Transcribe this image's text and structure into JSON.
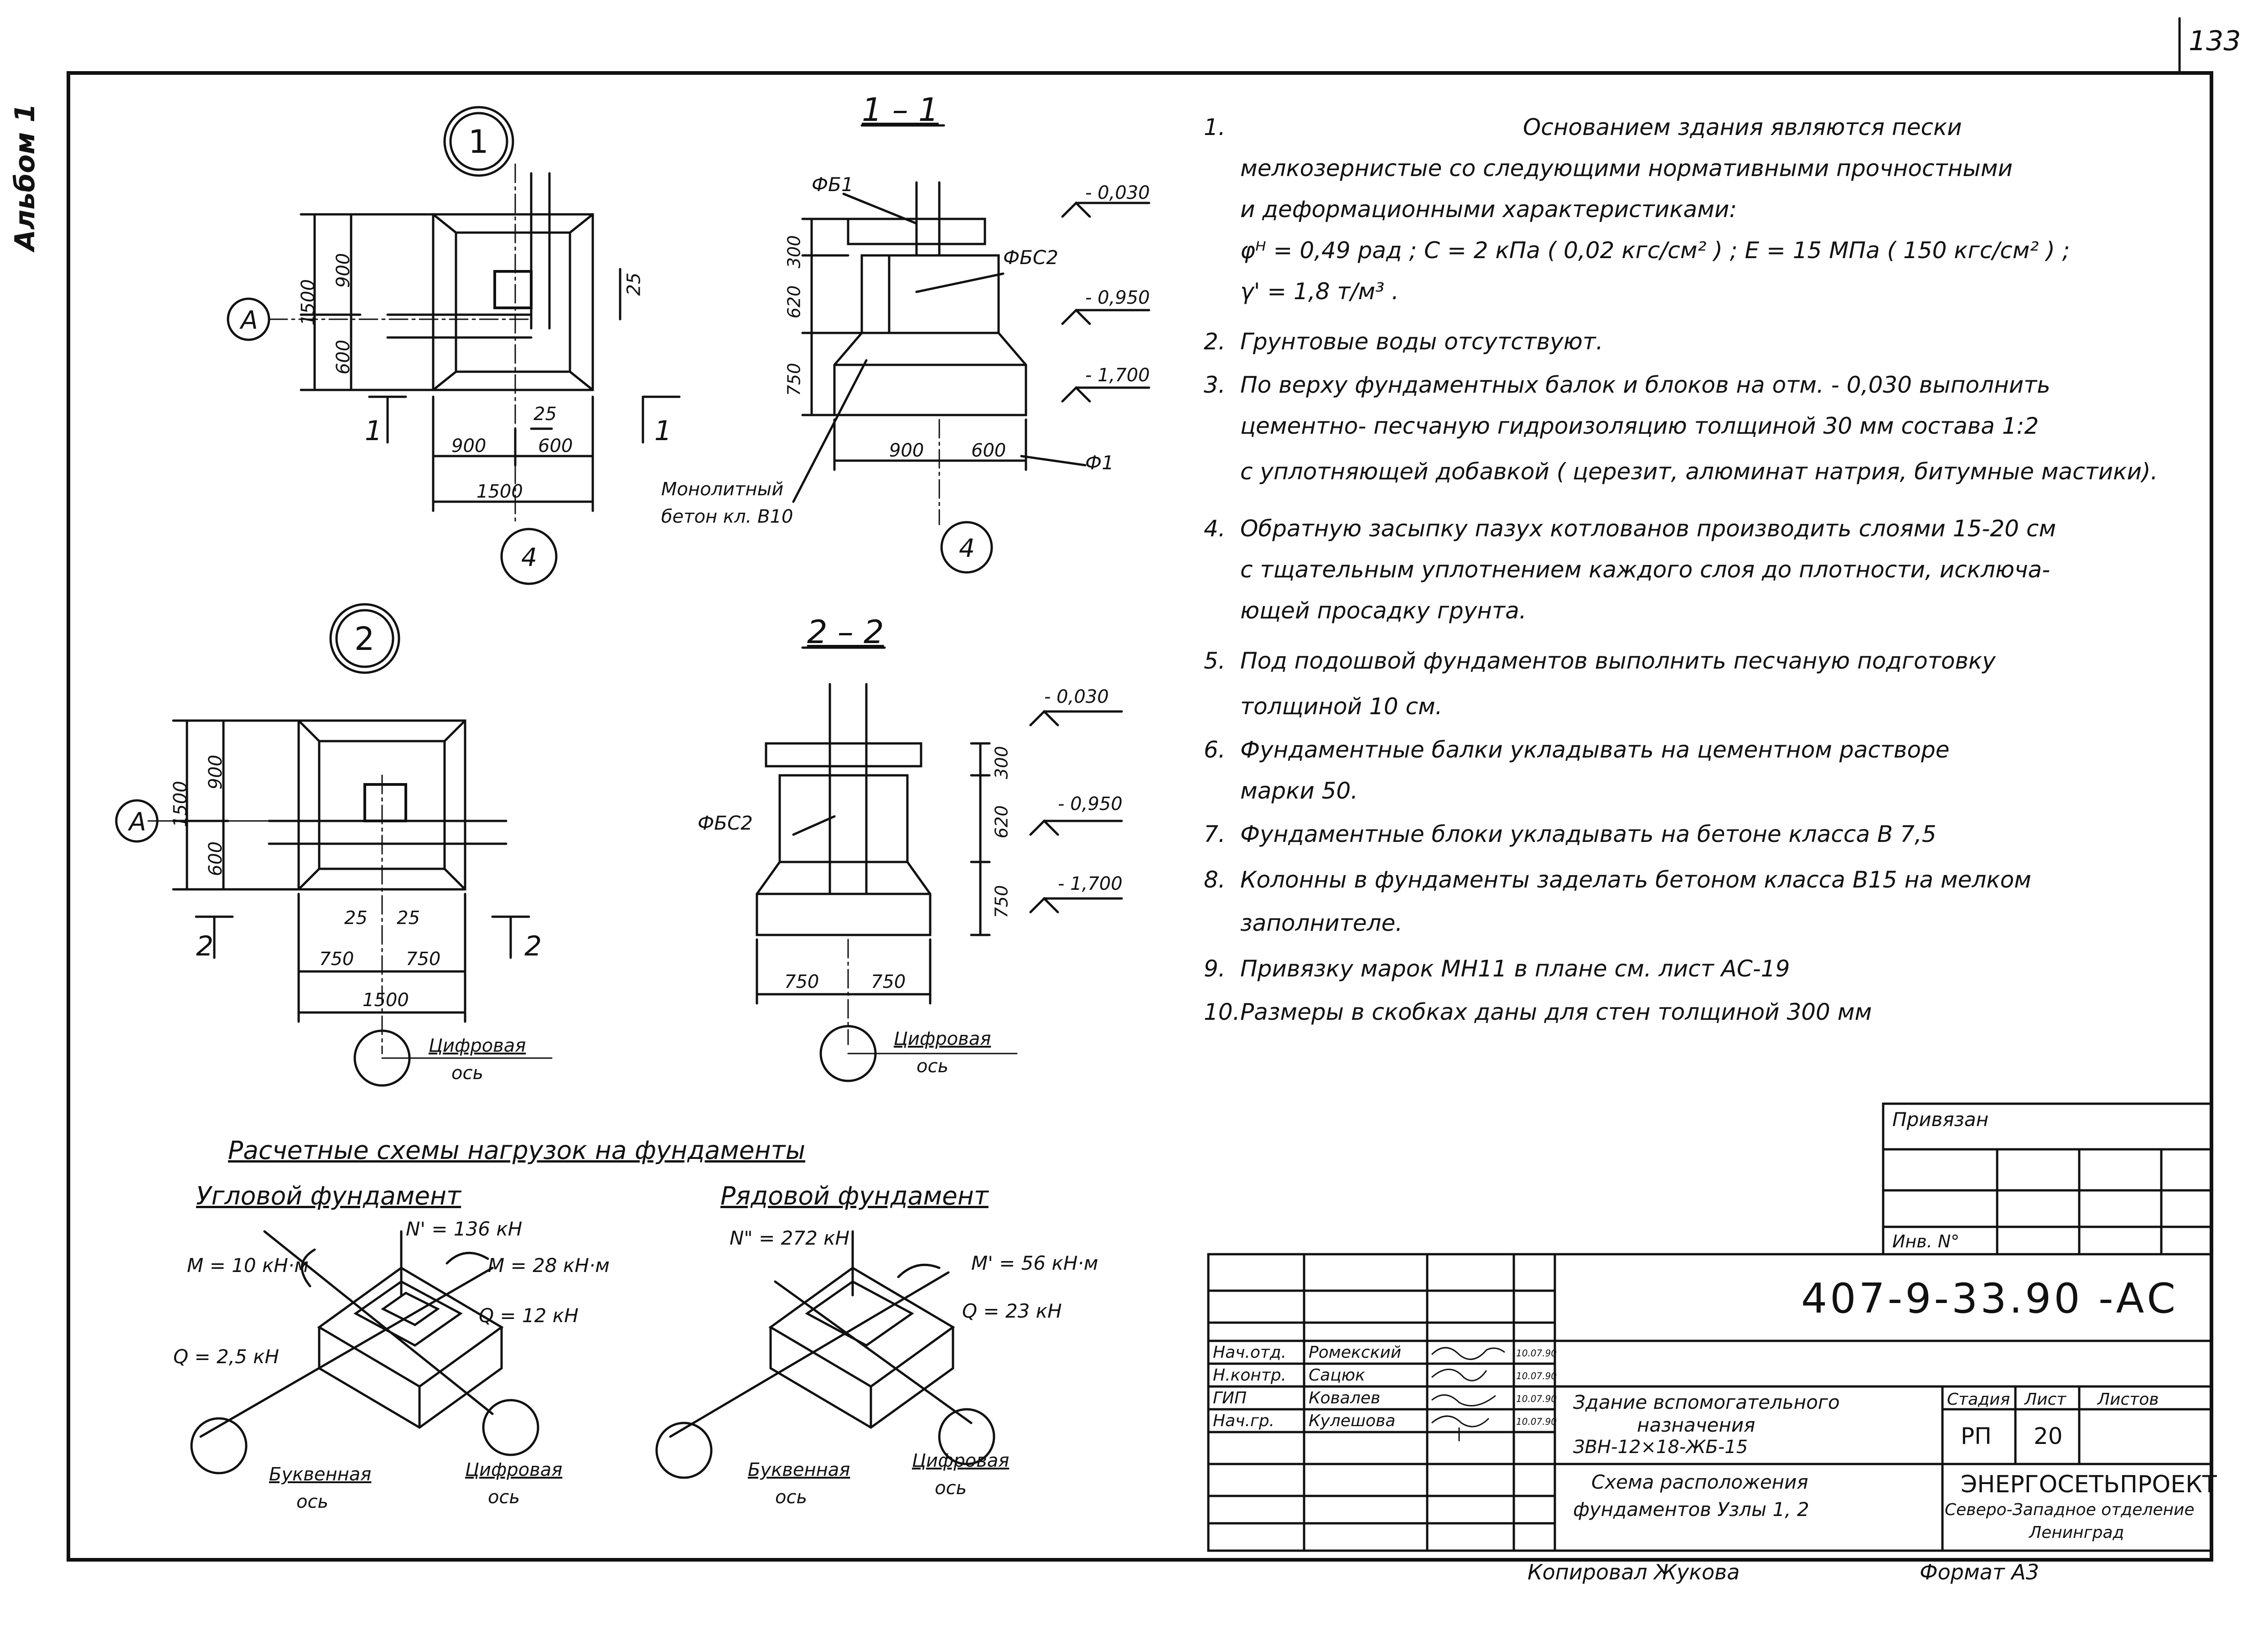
{
  "sheet": {
    "album": "Альбом 1",
    "corner_number": "133",
    "code": "407-9-33.90 -АС",
    "copied_by": "Копировал Жукова",
    "format": "Формат А3"
  },
  "node1": {
    "marker": "1",
    "axis_letter": "А",
    "axis_number": "4",
    "dims": {
      "v1500": "1500",
      "v900": "900",
      "v600": "600",
      "d25a": "25",
      "d25b": "25",
      "h900": "900",
      "h600": "600",
      "h1500": "1500"
    },
    "section_marks": [
      "1",
      "1"
    ]
  },
  "section11": {
    "title": "1 – 1",
    "labels": {
      "fb1": "ФБ1",
      "fbs2": "ФБС2",
      "f1": "Ф1",
      "concrete_line1": "Монолитный",
      "concrete_line2": "бетон кл. В10"
    },
    "levels": [
      "- 0,030",
      "- 0,950",
      "- 1,700"
    ],
    "dims": {
      "v300": "300",
      "v620": "620",
      "v750": "750",
      "h900": "900",
      "h600": "600"
    },
    "axis_number": "4"
  },
  "node2": {
    "marker": "2",
    "axis_letter": "А",
    "dims": {
      "v1500": "1500",
      "v900": "900",
      "v600": "600",
      "d25a": "25",
      "d25b": "25",
      "h750a": "750",
      "h750b": "750",
      "h1500": "1500"
    },
    "section_marks": [
      "2",
      "2"
    ],
    "axis_label_line1": "Цифровая",
    "axis_label_line2": "ось"
  },
  "section22": {
    "title": "2 – 2",
    "labels": {
      "fbs2": "ФБС2"
    },
    "levels": [
      "- 0,030",
      "- 0,950",
      "- 1,700"
    ],
    "dims": {
      "v300": "300",
      "v620": "620",
      "v750": "750",
      "h750a": "750",
      "h750b": "750"
    },
    "axis_label_line1": "Цифровая",
    "axis_label_line2": "ось"
  },
  "loads": {
    "title": "Расчетные схемы нагрузок на фундаменты",
    "corner": {
      "title": "Угловой фундамент",
      "n": "N' = 136 кН",
      "m1": "М = 10 кН·м",
      "m2": "М = 28 кН·м",
      "q1": "Q = 12 кН",
      "q2": "Q = 2,5 кН",
      "axis_letter_line1": "Буквенная",
      "axis_letter_line2": "ось",
      "axis_digit_line1": "Цифровая",
      "axis_digit_line2": "ось"
    },
    "row": {
      "title": "Рядовой фундамент",
      "n": "N\" = 272 кН",
      "m": "М' = 56 кН·м",
      "q": "Q = 23 кН",
      "axis_letter_line1": "Буквенная",
      "axis_letter_line2": "ось",
      "axis_digit_line1": "Цифровая",
      "axis_digit_line2": "ось"
    }
  },
  "notes": [
    {
      "num": "1.",
      "lines": [
        "Основанием здания являются пески",
        "мелкозернистые со следующими нормативными прочностными",
        "и деформационными характеристиками:",
        "φᴴ = 0,49 рад ;   С = 2 кПа ( 0,02 кгс/см² ) ;  Е = 15 МПа ( 150 кгс/см² ) ;",
        "γ' = 1,8 т/м³ ."
      ]
    },
    {
      "num": "2.",
      "lines": [
        "Грунтовые воды отсутствуют."
      ]
    },
    {
      "num": "3.",
      "lines": [
        "По верху фундаментных балок и блоков на отм. - 0,030 выполнить",
        "цементно- песчаную гидроизоляцию толщиной 30 мм состава 1:2",
        "с уплотняющей добавкой ( церезит, алюминат натрия, битумные мастики)."
      ]
    },
    {
      "num": "4.",
      "lines": [
        "Обратную засыпку пазух котлованов производить слоями 15-20 см",
        "с тщательным уплотнением каждого слоя до плотности, исключа-",
        "ющей просадку грунта."
      ]
    },
    {
      "num": "5.",
      "lines": [
        "Под подошвой фундаментов выполнить песчаную подготовку",
        "толщиной 10 см."
      ]
    },
    {
      "num": "6.",
      "lines": [
        "Фундаментные балки укладывать на цементном растворе",
        "марки 50."
      ]
    },
    {
      "num": "7.",
      "lines": [
        "Фундаментные блоки укладывать на бетоне класса В 7,5"
      ]
    },
    {
      "num": "8.",
      "lines": [
        "Колонны в фундаменты заделать бетоном класса В15 на мелком",
        "заполнителе."
      ]
    },
    {
      "num": "9.",
      "lines": [
        "Привязку марок МН11     в плане  см. лист АС-19"
      ]
    },
    {
      "num": "10.",
      "lines": [
        "Размеры в скобках даны для стен толщиной 300 мм"
      ]
    }
  ],
  "stamp": {
    "privyazan": "Привязан",
    "inv": "Инв. N°",
    "staff": [
      {
        "role": "Нач.отд.",
        "name": "Ромекский",
        "date": "10.07.90"
      },
      {
        "role": "Н.контр.",
        "name": "Сацюк",
        "date": "10.07.90"
      },
      {
        "role": "ГИП",
        "name": "Ковалев",
        "date": "10.07.90"
      },
      {
        "role": "Нач.гр.",
        "name": "Кулешова",
        "date": "10.07.90"
      }
    ],
    "building_line1": "Здание вспомогательного",
    "building_line2": "назначения",
    "building_line3": "ЗВН-12×18-ЖБ-15",
    "sheet_title_line1": "Схема расположения",
    "sheet_title_line2": "фундаментов  Узлы 1, 2",
    "stage_label": "Стадия",
    "sheet_label": "Лист",
    "sheets_label": "Листов",
    "stage": "РП",
    "sheet_no": "20",
    "org_line1": "ЭНЕРГОСЕТЬПРОЕКТ",
    "org_line2": "Северо-Западное отделение",
    "org_line3": "Ленинград"
  }
}
